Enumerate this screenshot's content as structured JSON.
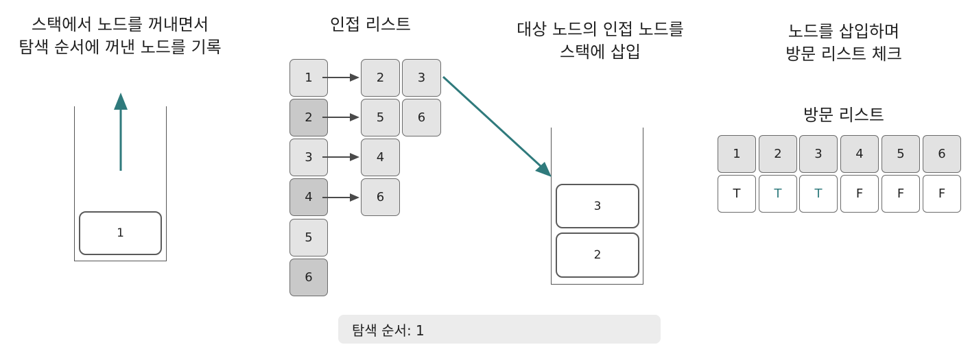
{
  "captions": {
    "pop": [
      "스택에서 노드를 꺼내면서",
      "탐색 순서에 꺼낸 노드를 기록"
    ],
    "adjacency": "인접 리스트",
    "push": [
      "대상 노드의 인접 노드를",
      "스택에 삽입"
    ],
    "visit": [
      "노드를 삽입하며",
      "방문 리스트 체크"
    ],
    "visit_list_title": "방문 리스트"
  },
  "left_stack": {
    "items": [
      "1"
    ]
  },
  "adjacency_list": [
    {
      "node": "1",
      "neighbors": [
        "2",
        "3"
      ],
      "shade": "light"
    },
    {
      "node": "2",
      "neighbors": [
        "5",
        "6"
      ],
      "shade": "dark"
    },
    {
      "node": "3",
      "neighbors": [
        "4"
      ],
      "shade": "light"
    },
    {
      "node": "4",
      "neighbors": [
        "6"
      ],
      "shade": "dark"
    },
    {
      "node": "5",
      "neighbors": [],
      "shade": "light"
    },
    {
      "node": "6",
      "neighbors": [],
      "shade": "dark"
    }
  ],
  "right_stack": {
    "items_top_to_bottom": [
      "3",
      "2"
    ]
  },
  "visit_list": {
    "nodes": [
      "1",
      "2",
      "3",
      "4",
      "5",
      "6"
    ],
    "values": [
      "T",
      "T",
      "T",
      "F",
      "F",
      "F"
    ],
    "highlighted": [
      false,
      true,
      true,
      false,
      false,
      false
    ]
  },
  "order": {
    "label": "탐색 순서: 1"
  },
  "colors": {
    "accent": "#2f7a7c",
    "arrow_gray": "#4a4a4a"
  }
}
